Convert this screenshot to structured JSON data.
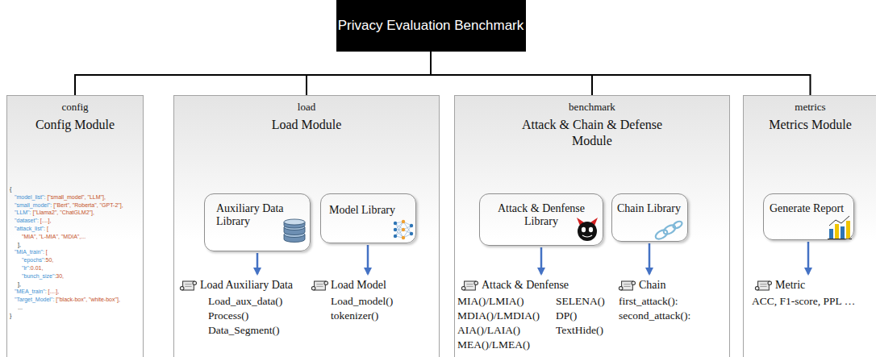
{
  "diagram": {
    "nodes": [
      {
        "text": [
          "Privacy Evaluation Benchmark"
        ]
      },
      {
        "text": [
          "config",
          "Config Module"
        ]
      },
      {
        "text": [
          "load",
          "Load Module"
        ]
      },
      {
        "text": [
          "Auxiliary Data Library"
        ],
        "in": 2
      },
      {
        "text": [
          "Model Library"
        ],
        "in": 2
      },
      {
        "text": [
          "benchmark",
          "Attack & Chain & Defense Module"
        ]
      },
      {
        "text": [
          "Attack & Denfense Library"
        ],
        "in": 5
      },
      {
        "text": [
          "Chain Library"
        ],
        "in": 5
      },
      {
        "text": [
          "metrics",
          "Metrics Module"
        ]
      },
      {
        "text": [
          "Generate Report"
        ],
        "in": 8
      }
    ],
    "edges": [
      {
        "from": 0,
        "to": 1,
        "arrow": "none"
      },
      {
        "from": 0,
        "to": 2,
        "arrow": "none"
      },
      {
        "from": 0,
        "to": 5,
        "arrow": "none"
      },
      {
        "from": 0,
        "to": 8,
        "arrow": "none"
      }
    ],
    "labels": [
      "{",
      "\"model_list\": [\"small_model\", \"LLM\"],",
      "\"small_model\": [\"Bert\", \"Roberta\", \"GPT-2\"],",
      "\"LLM\": [\"Llama2\", \"ChatGLM2\"],",
      "\"dataset\": [....],",
      "\"attack_list\": [",
      "\"MIA\", \"L-MIA\", \"MDIA\",...",
      "],",
      "\"MIA_train\": [",
      "\"epochs\":50,",
      "\"lr\":0.01,",
      "\"bunch_size\":30,",
      "],",
      "\"MEA_train\": [....],",
      "\"Target_Model\": [\"black-box\", \"white-box\"],",
      "...",
      "}",
      "Load Auxiliary Data",
      "Load_aux_data()",
      "Process()",
      "Data_Segment()",
      "Load Model",
      "Load_model()",
      "tokenizer()",
      "Attack & Denfense",
      "MIA()/LMIA()",
      "SELENA()",
      "MDIA()/LMDIA()",
      "DP()",
      "AIA()/LAIA()",
      "TextHide()",
      "MEA()/LMEA()",
      "Chain",
      "first_attack():",
      "second_attack():",
      "Metric",
      "ACC, F1-score, PPL …"
    ]
  }
}
